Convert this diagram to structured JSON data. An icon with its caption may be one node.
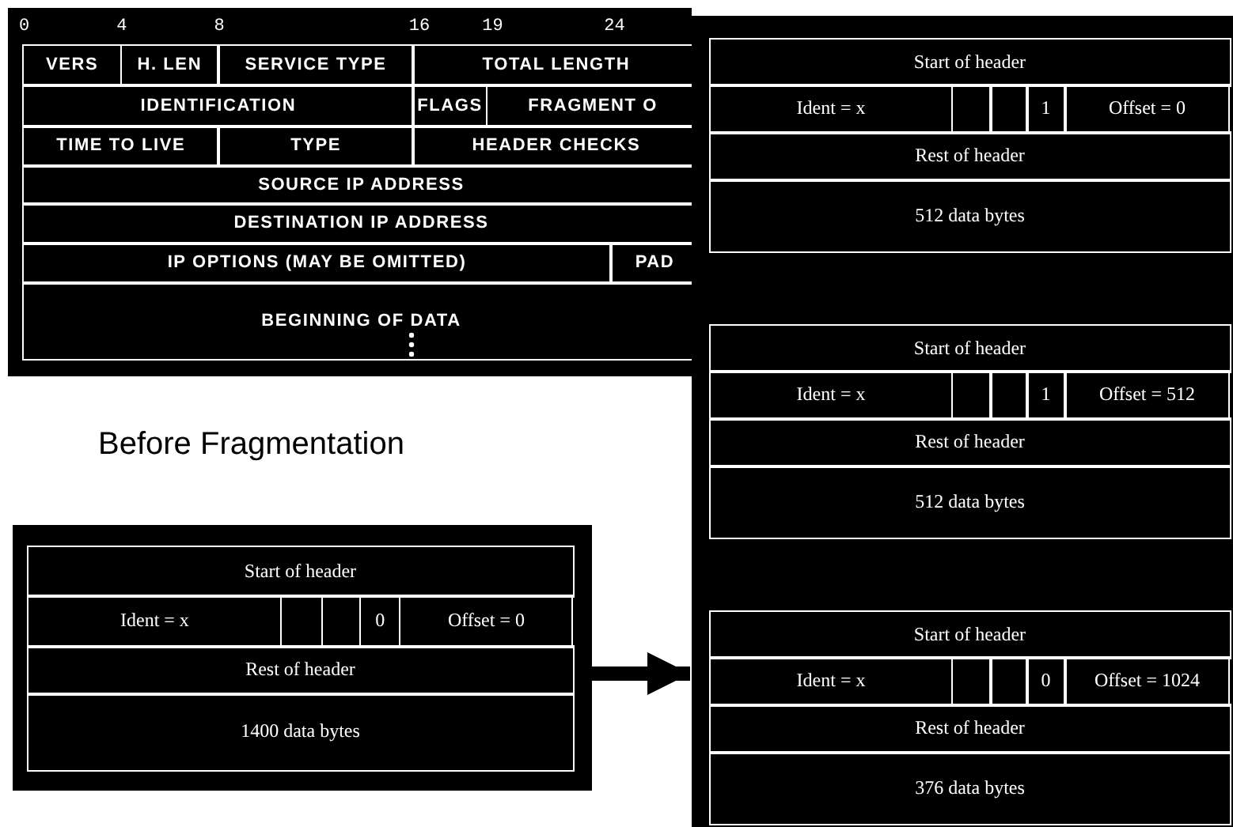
{
  "diagram": {
    "nodes": [
      {
        "text": [
          "VERS",
          "H. LEN",
          "SERVICE TYPE",
          "TOTAL LENGTH",
          "IDENTIFICATION",
          "FLAGS",
          "FRAGMENT O",
          "TIME TO LIVE",
          "TYPE",
          "HEADER CHECKS",
          "SOURCE IP ADDRESS",
          "DESTINATION IP ADDRESS",
          "IP OPTIONS (MAY BE OMITTED)",
          "PAD",
          "BEGINNING OF DATA"
        ]
      },
      {
        "text": [
          "Start of header",
          "Ident = x",
          "0",
          "Offset = 0",
          "Rest of header",
          "1400 data bytes"
        ]
      },
      {
        "text": [],
        "shape": "box"
      },
      {
        "text": [
          "Start of header",
          "Ident = x",
          "1",
          "Offset = 0",
          "Rest of header",
          "512 data bytes"
        ],
        "in": 2
      },
      {
        "text": [
          "Start of header",
          "Ident = x",
          "1",
          "Offset = 512",
          "Rest of header",
          "512 data bytes"
        ],
        "in": 2
      },
      {
        "text": [
          "Start of header",
          "Ident = x",
          "0",
          "Offset = 1024",
          "Rest of header",
          "376 data bytes"
        ],
        "in": 2
      }
    ],
    "edges": [
      {
        "from": 1,
        "to": 2,
        "arrow": "to"
      }
    ],
    "labels": [
      "0",
      "4",
      "8",
      "16",
      "19",
      "24",
      "Before Fragmentation"
    ]
  }
}
